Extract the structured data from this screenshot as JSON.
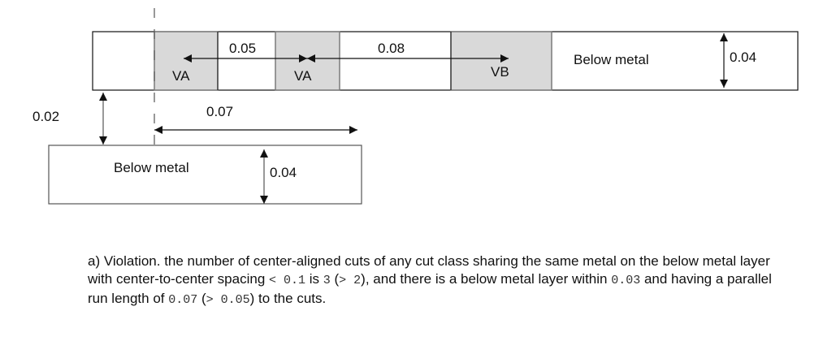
{
  "diagram": {
    "top_metal": {
      "label": "Below metal",
      "width_label": "0.04"
    },
    "bottom_metal": {
      "label": "Below metal",
      "width_label": "0.04"
    },
    "cuts": [
      {
        "label": "VA",
        "class": "VA"
      },
      {
        "label": "VA",
        "class": "VA"
      },
      {
        "label": "VB",
        "class": "VB"
      }
    ],
    "dimensions": {
      "spacing_va_va": "0.05",
      "spacing_va_vb": "0.08",
      "metal_gap": "0.02",
      "parallel_run_length": "0.07"
    },
    "colors": {
      "cut_fill": "#d9d9d9",
      "outline": "#111111",
      "cut_border": "#7a7a7a"
    }
  },
  "caption": {
    "parts": [
      {
        "t": "a) Violation. the number of center-aligned cuts of any cut class sharing the same metal on the below metal layer with center-to-center spacing ",
        "mono": false
      },
      {
        "t": "< 0.1",
        "mono": true
      },
      {
        "t": " is ",
        "mono": false
      },
      {
        "t": "3",
        "mono": true
      },
      {
        "t": " (",
        "mono": false
      },
      {
        "t": "> 2",
        "mono": true
      },
      {
        "t": "), and there is a below metal layer within ",
        "mono": false
      },
      {
        "t": "0.03",
        "mono": true
      },
      {
        "t": " and having a parallel run length of ",
        "mono": false
      },
      {
        "t": "0.07",
        "mono": true
      },
      {
        "t": " (",
        "mono": false
      },
      {
        "t": "> 0.05",
        "mono": true
      },
      {
        "t": ") to the cuts.",
        "mono": false
      }
    ]
  }
}
